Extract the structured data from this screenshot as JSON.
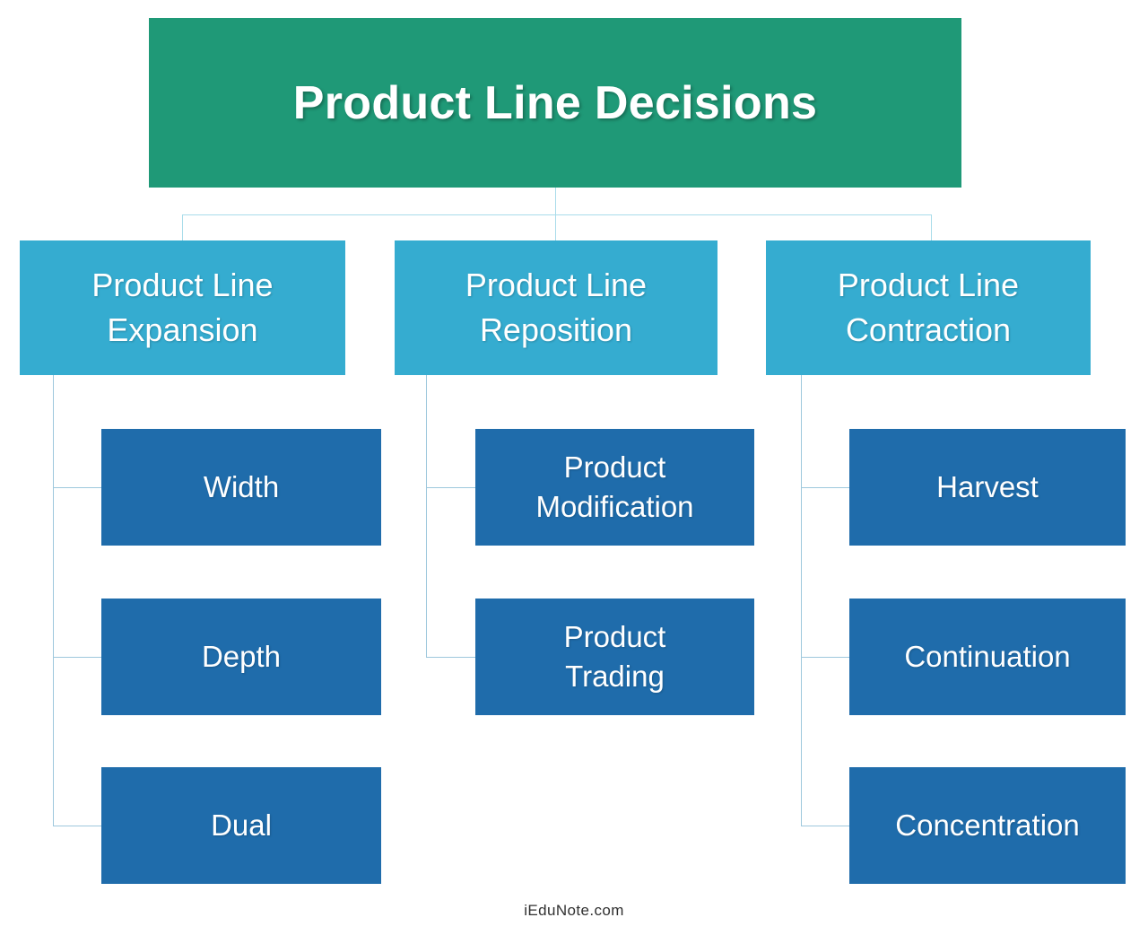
{
  "diagram": {
    "type": "org-chart",
    "title": "Product Line Decisions",
    "colors": {
      "root": "#1f9977",
      "branch": "#35acd0",
      "leaf": "#1f6cab",
      "connector": "#9ec8dd",
      "connector_top": "#a9dcea",
      "background": "#ffffff",
      "node_text": "#ffffff",
      "footer_text": "#303030"
    },
    "root": {
      "label": "Product Line Decisions"
    },
    "branches": [
      {
        "label": "Product Line\nExpansion",
        "children": [
          {
            "label": "Width"
          },
          {
            "label": "Depth"
          },
          {
            "label": "Dual"
          }
        ]
      },
      {
        "label": "Product Line\nReposition",
        "children": [
          {
            "label": "Product\nModification"
          },
          {
            "label": "Product\nTrading"
          }
        ]
      },
      {
        "label": "Product Line\nContraction",
        "children": [
          {
            "label": "Harvest"
          },
          {
            "label": "Continuation"
          },
          {
            "label": "Concentration"
          }
        ]
      }
    ]
  },
  "footer": {
    "text": "iEduNote.com"
  }
}
